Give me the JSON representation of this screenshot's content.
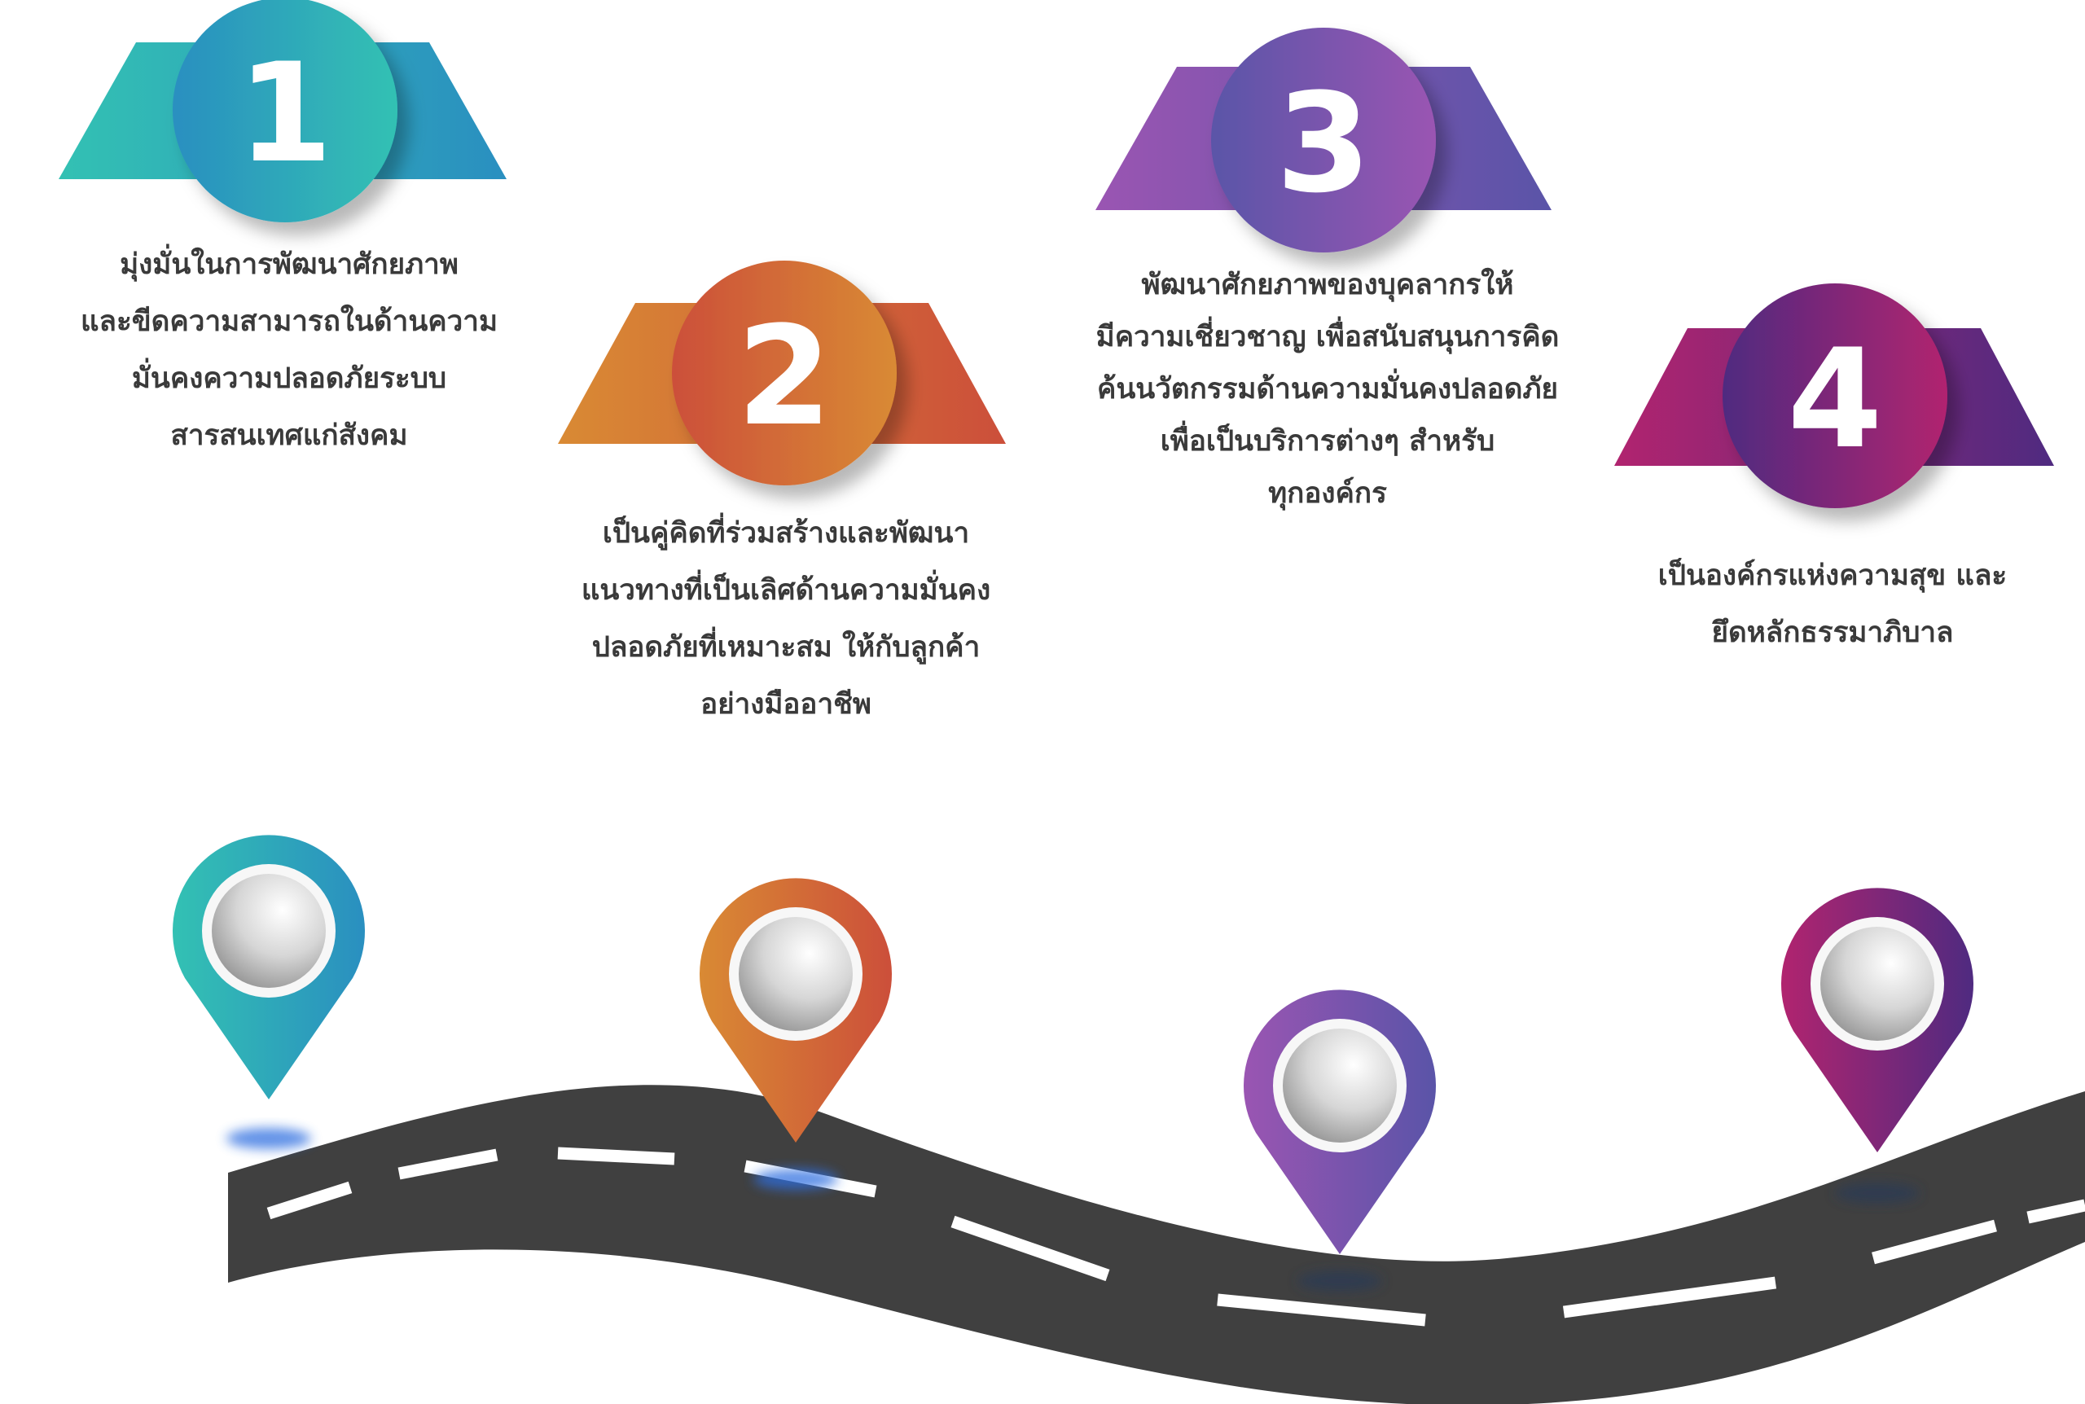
{
  "steps": [
    {
      "number": "1",
      "lines": [
        "มุ่งมั่นในการพัฒนาศักยภาพ",
        "และขีดความสามารถในด้านความ",
        "มั่นคงความปลอดภัยระบบ",
        "สารสนเทศแก่สังคม"
      ],
      "colors": [
        "#33c1b3",
        "#2a8fc0"
      ]
    },
    {
      "number": "2",
      "lines": [
        "เป็นคู่คิดที่ร่วมสร้างและพัฒนา",
        "แนวทางที่เป็นเลิศด้านความมั่นคง",
        "ปลอดภัยที่เหมาะสม ให้กับลูกค้า",
        "อย่างมืออาชีพ"
      ],
      "colors": [
        "#d98a34",
        "#cc4f3a"
      ]
    },
    {
      "number": "3",
      "lines": [
        "พัฒนาศักยภาพของบุคลากรให้",
        "มีความเชี่ยวชาญ เพื่อสนับสนุนการคิด",
        "ค้นนวัตกรรมด้านความมั่นคงปลอดภัย",
        "เพื่อเป็นบริการต่างๆ สำหรับ",
        "ทุกองค์กร"
      ],
      "colors": [
        "#9a55b2",
        "#5a54a8"
      ]
    },
    {
      "number": "4",
      "lines": [
        "เป็นองค์กรแห่งความสุข และ",
        "ยึดหลักธรรมาภิบาล"
      ],
      "colors": [
        "#b1246f",
        "#4f2a80"
      ]
    }
  ],
  "road_color": "#404040",
  "pin_center_color": "#d6d6d6"
}
